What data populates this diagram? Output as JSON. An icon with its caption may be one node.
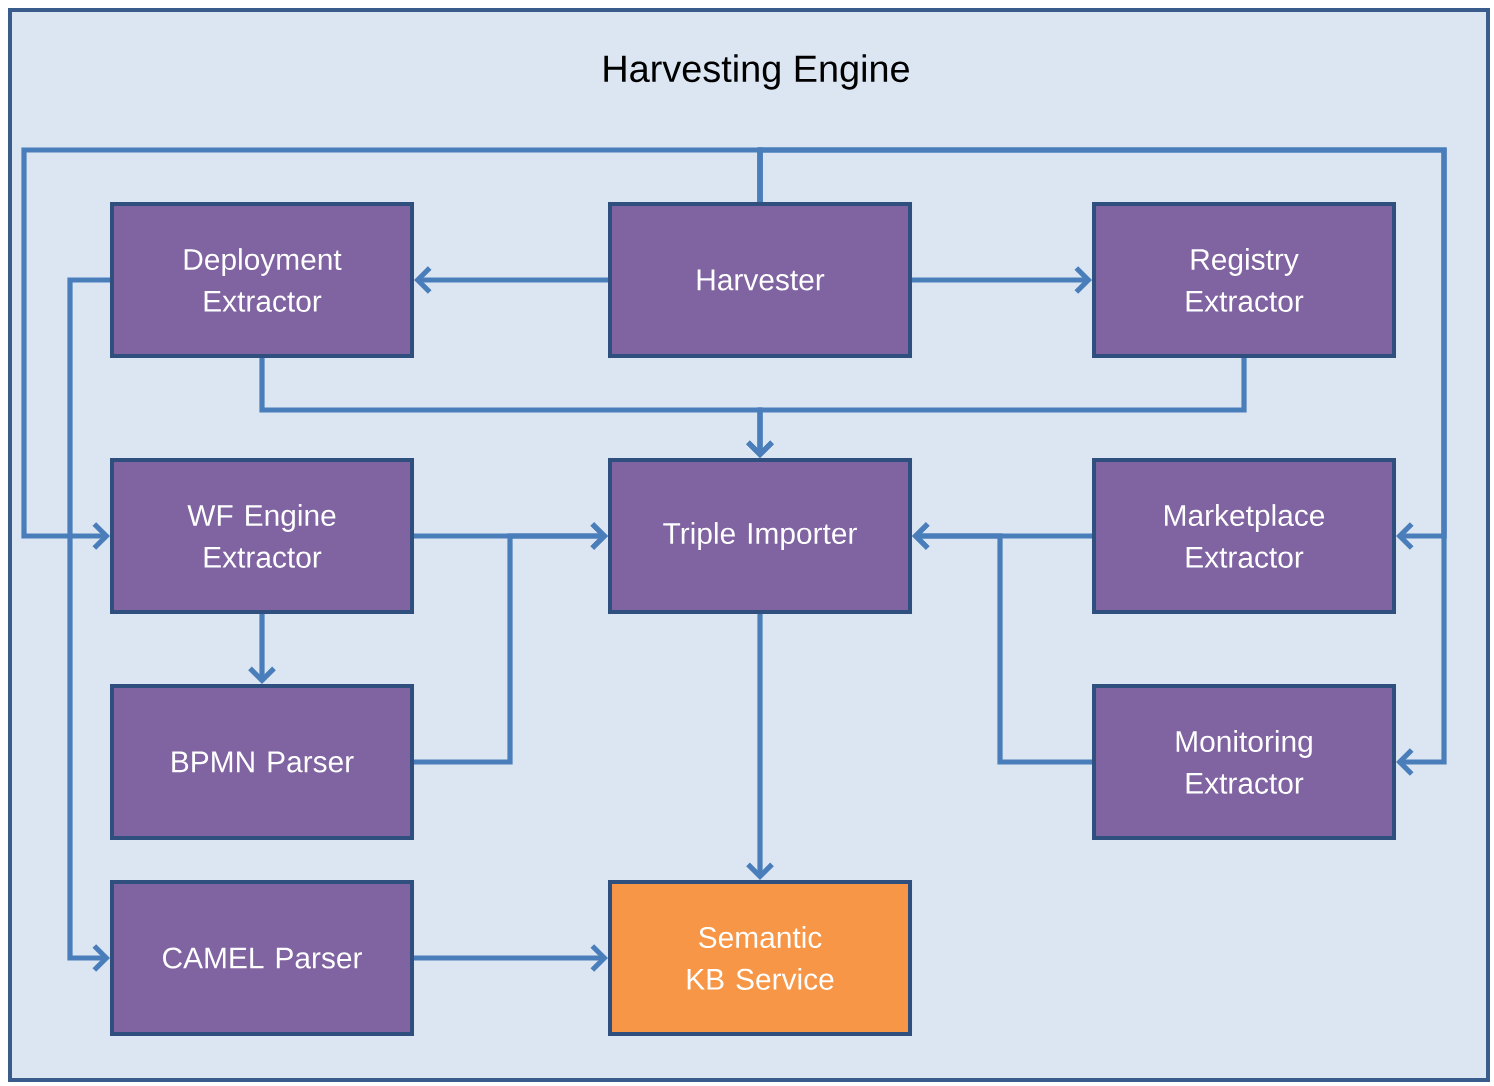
{
  "diagram": {
    "nodes": [
      {
        "text": [
          "Harvesting Engine"
        ]
      },
      {
        "text": [
          "Deployment Extractor"
        ],
        "in": 0
      },
      {
        "text": [
          "Harvester"
        ],
        "in": 0
      },
      {
        "text": [
          "Registry Extractor"
        ],
        "in": 0
      },
      {
        "text": [
          "WF Engine Extractor"
        ],
        "in": 0
      },
      {
        "text": [
          "Triple Importer"
        ],
        "in": 0
      },
      {
        "text": [
          "Marketplace Extractor"
        ],
        "in": 0
      },
      {
        "text": [
          "BPMN Parser"
        ],
        "in": 0
      },
      {
        "text": [
          "Monitoring Extractor"
        ],
        "in": 0
      },
      {
        "text": [
          "CAMEL Parser"
        ],
        "in": 0
      },
      {
        "text": [
          "Semantic KB Service"
        ],
        "in": 0
      }
    ],
    "edges": [
      {
        "from": 2,
        "to": 1,
        "arrow": "to"
      },
      {
        "from": 2,
        "to": 3,
        "arrow": "to"
      },
      {
        "from": 2,
        "to": 4,
        "arrow": "to"
      },
      {
        "from": 2,
        "to": 6,
        "arrow": "to"
      },
      {
        "from": 2,
        "to": 8,
        "arrow": "to"
      },
      {
        "from": 1,
        "to": 5,
        "arrow": "to"
      },
      {
        "from": 3,
        "to": 5,
        "arrow": "to"
      },
      {
        "from": 1,
        "to": 9,
        "arrow": "to"
      },
      {
        "from": 4,
        "to": 5,
        "arrow": "to"
      },
      {
        "from": 7,
        "to": 5,
        "arrow": "to"
      },
      {
        "from": 4,
        "to": 7,
        "arrow": "to"
      },
      {
        "from": 6,
        "to": 5,
        "arrow": "to"
      },
      {
        "from": 8,
        "to": 5,
        "arrow": "to"
      },
      {
        "from": 5,
        "to": 10,
        "arrow": "to"
      },
      {
        "from": 9,
        "to": 10,
        "arrow": "to"
      }
    ]
  }
}
